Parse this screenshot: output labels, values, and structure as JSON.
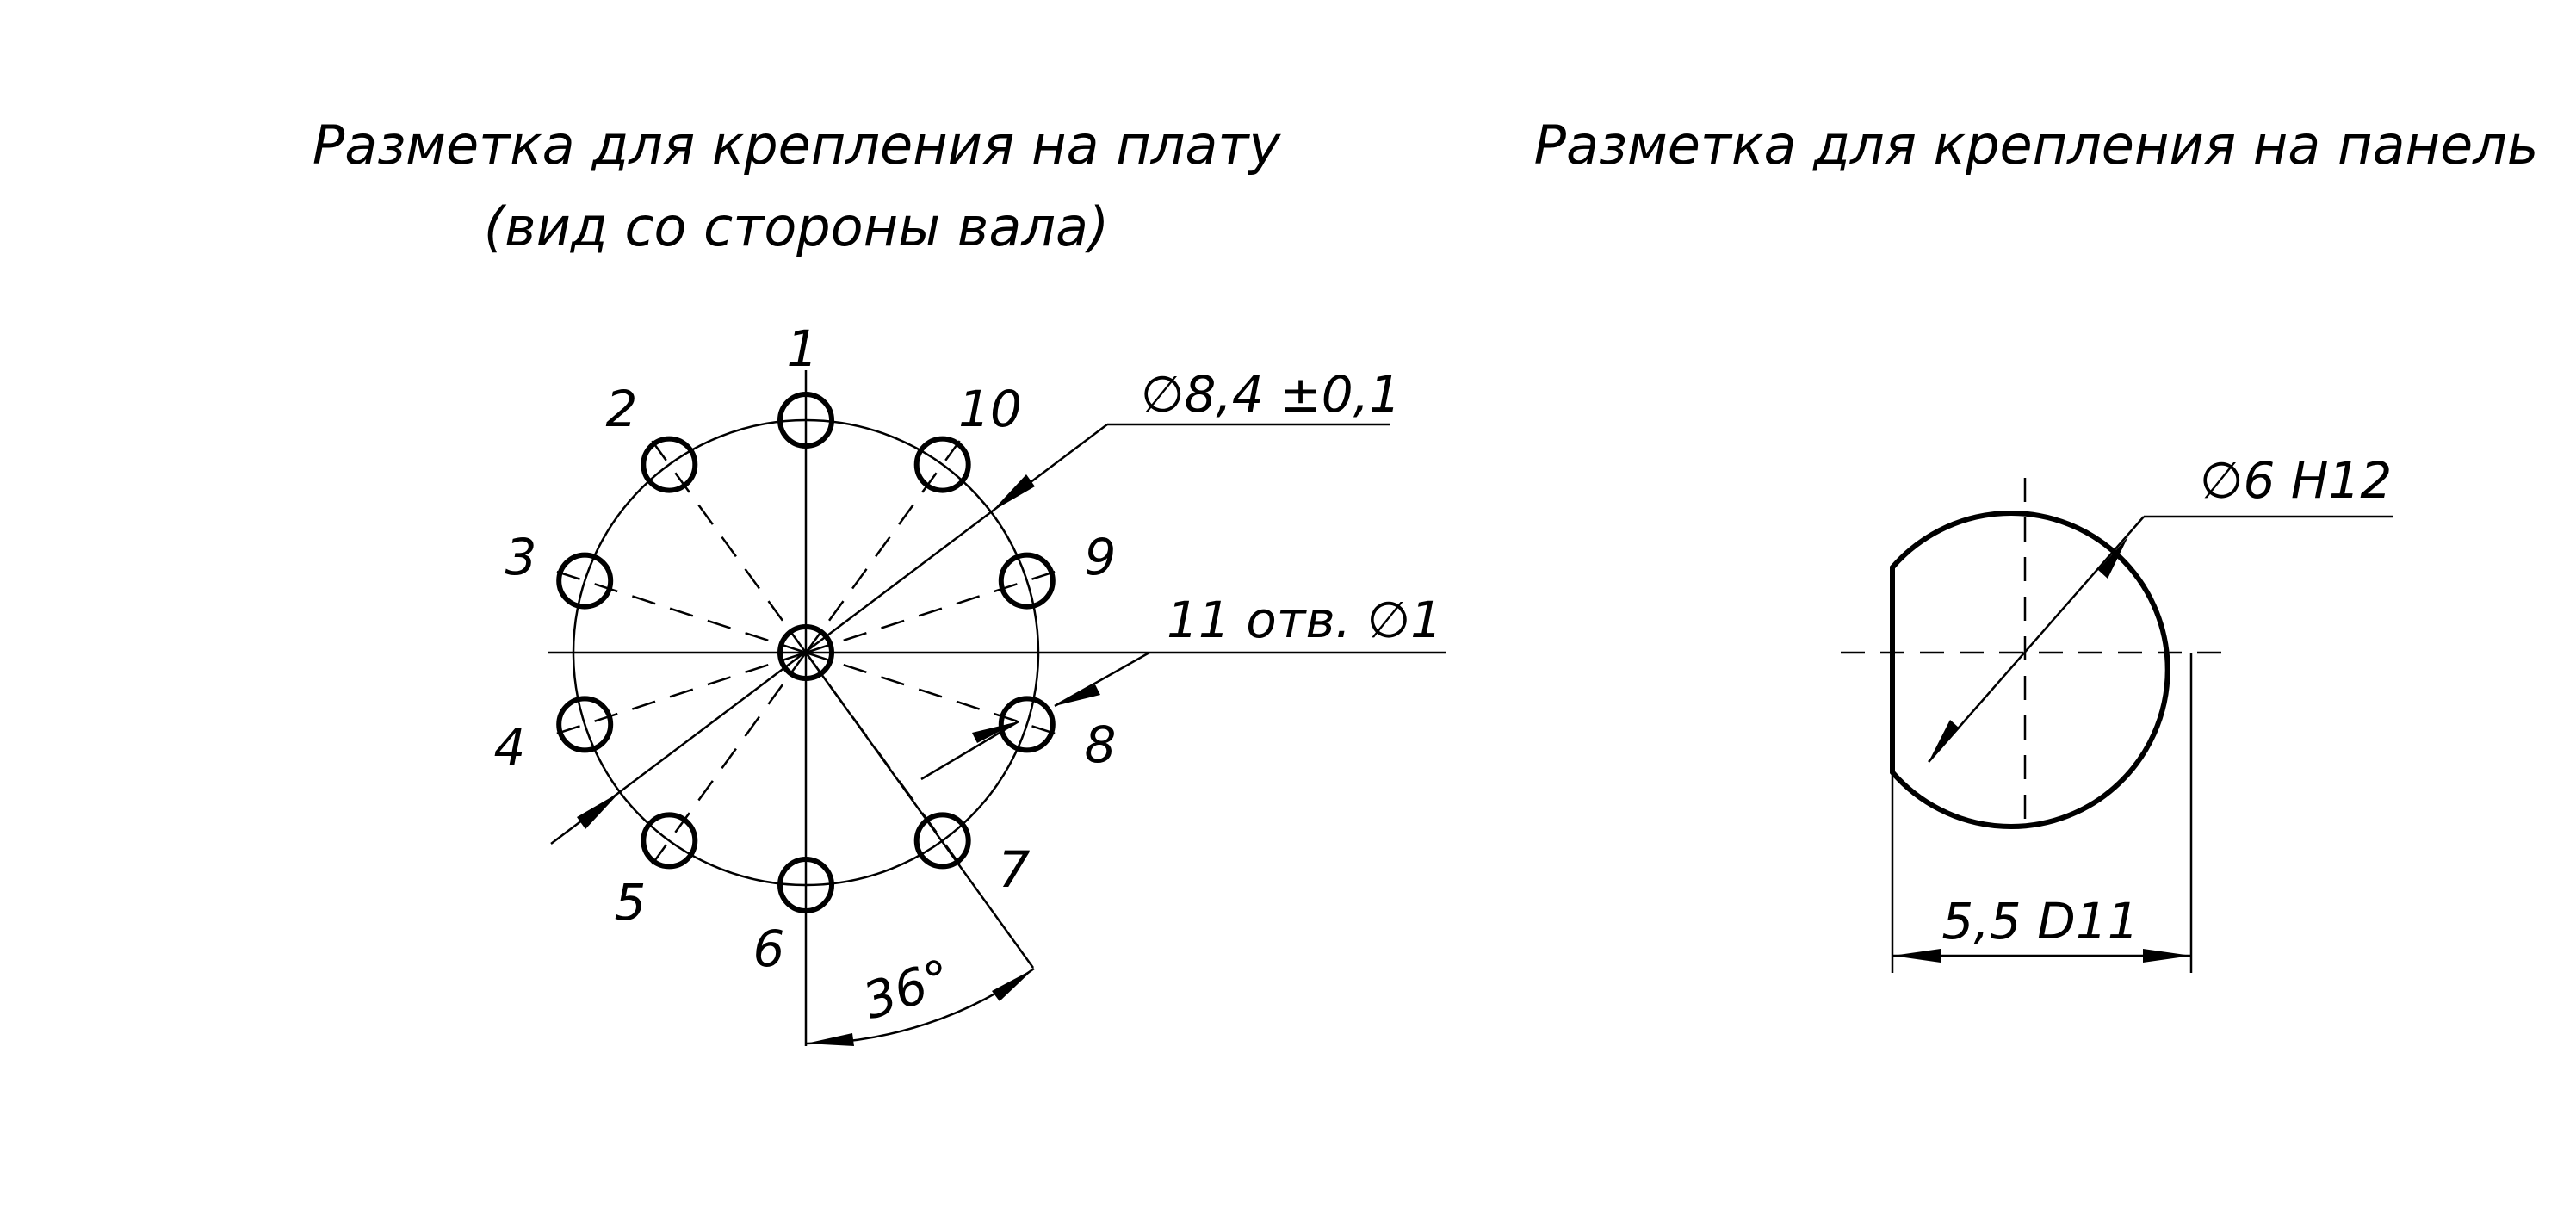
{
  "left_view": {
    "title_line1": "Разметка для крепления на плату",
    "title_line2": "(вид со стороны вала)",
    "hole_numbers": [
      "1",
      "2",
      "3",
      "4",
      "5",
      "6",
      "7",
      "8",
      "9",
      "10"
    ],
    "pitch_diameter_label": "∅8,4 ±0,1",
    "holes_label": "11 отв.  ∅1",
    "angle_label": "36°"
  },
  "right_view": {
    "title": "Разметка для крепления на панель",
    "diameter_label": "∅6 H12",
    "flat_label": "5,5 D11"
  }
}
